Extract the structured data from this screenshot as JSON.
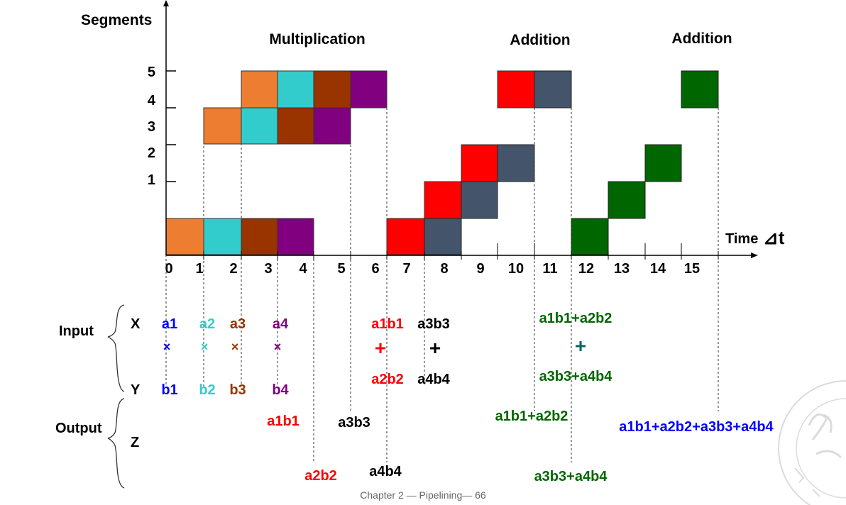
{
  "axes": {
    "y_title": "Segments",
    "x_title": "Time",
    "x_title_symbol": "⊿t",
    "y_ticks": [
      "5",
      "4",
      "3",
      "2",
      "1"
    ],
    "x_ticks": [
      "0",
      "1",
      "2",
      "3",
      "4",
      "5",
      "6",
      "7",
      "8",
      "9",
      "10",
      "11",
      "12",
      "13",
      "14",
      "15"
    ]
  },
  "phases": [
    "Multiplication",
    "Addition",
    "Addition"
  ],
  "colors": {
    "a1b1": "#ed7d31",
    "a2b2": "#33cccc",
    "a3b3": "#993300",
    "a4b4": "#800080",
    "add1": "#ff0000",
    "add2": "#44546a",
    "add3": "#006600"
  },
  "rows": {
    "input_label": "Input",
    "output_label": "Output",
    "x_label": "X",
    "y_label": "Y",
    "z_label": "Z"
  },
  "inputs": {
    "mul_x": [
      "a1",
      "a2",
      "a3",
      "a4"
    ],
    "mul_op": "×",
    "mul_y": [
      "b1",
      "b2",
      "b3",
      "b4"
    ],
    "add1_x": [
      "a1b1",
      "a3b3"
    ],
    "add_op": "+",
    "add1_y": [
      "a2b2",
      "a4b4"
    ],
    "add2_x": "a1b1+a2b2",
    "add2_y": "a3b3+a4b4"
  },
  "outputs": {
    "p1": "a1b1",
    "p2": "a2b2",
    "p3": "a3b3",
    "p4": "a4b4",
    "s1": "a1b1+a2b2",
    "s2": "a3b3+a4b4",
    "final": "a1b1+a2b2+a3b3+a4b4"
  },
  "footer": "Chapter 2 — Pipelining— 66"
}
